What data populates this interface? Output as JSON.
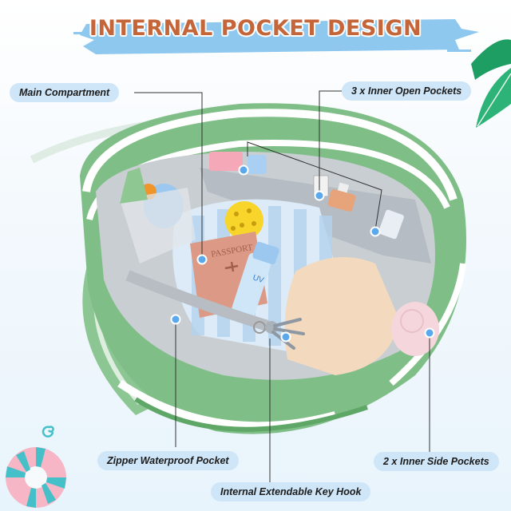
{
  "title": "INTERNAL POCKET DESIGN",
  "colors": {
    "title_text": "#c4663a",
    "title_brush": "#8fc8ef",
    "label_bg": "#cfe6f8",
    "bag_green": "#7fbf87",
    "lining_gray": "#c9ced3",
    "callout_dot": "#5aa9ec",
    "leaf_green": "#1f9e63"
  },
  "callouts": [
    {
      "id": "main-compartment",
      "label": "Main Compartment"
    },
    {
      "id": "inner-open-pockets",
      "label": "3 x Inner Open Pockets"
    },
    {
      "id": "zipper-waterproof-pocket",
      "label": "Zipper Waterproof Pocket"
    },
    {
      "id": "key-hook",
      "label": "Internal Extendable Key Hook"
    },
    {
      "id": "inner-side-pockets",
      "label": "2 x Inner Side Pockets"
    }
  ],
  "product_items": {
    "passport_text": "PASSPORT",
    "sunscreen_text": "UV"
  },
  "decorations": [
    "palm-leaf",
    "swim-ring",
    "swirl"
  ]
}
